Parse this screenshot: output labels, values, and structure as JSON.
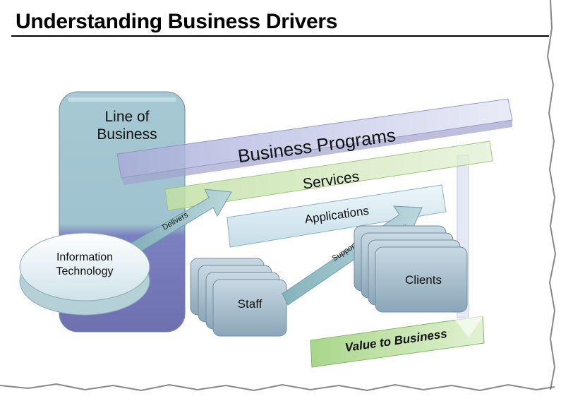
{
  "title": "Understanding Business Drivers",
  "diagram": {
    "line_of_business": [
      "Line of",
      "Business"
    ],
    "business_programs": "Business Programs",
    "services": "Services",
    "applications": "Applications",
    "information_technology": [
      "Information",
      "Technology"
    ],
    "delivers": "Delivers",
    "supports": "Supports",
    "staff": "Staff",
    "clients": "Clients",
    "value_to_business": "Value to Business"
  },
  "colors": {
    "lob": "#8fb6c4",
    "lob_bottom": "#6d72b4",
    "programs": "#c8cde8",
    "services": "#cfe6b6",
    "applications": "#d3e6ee",
    "boxes": "#a6bdcc",
    "value": "#c6e2a8"
  }
}
